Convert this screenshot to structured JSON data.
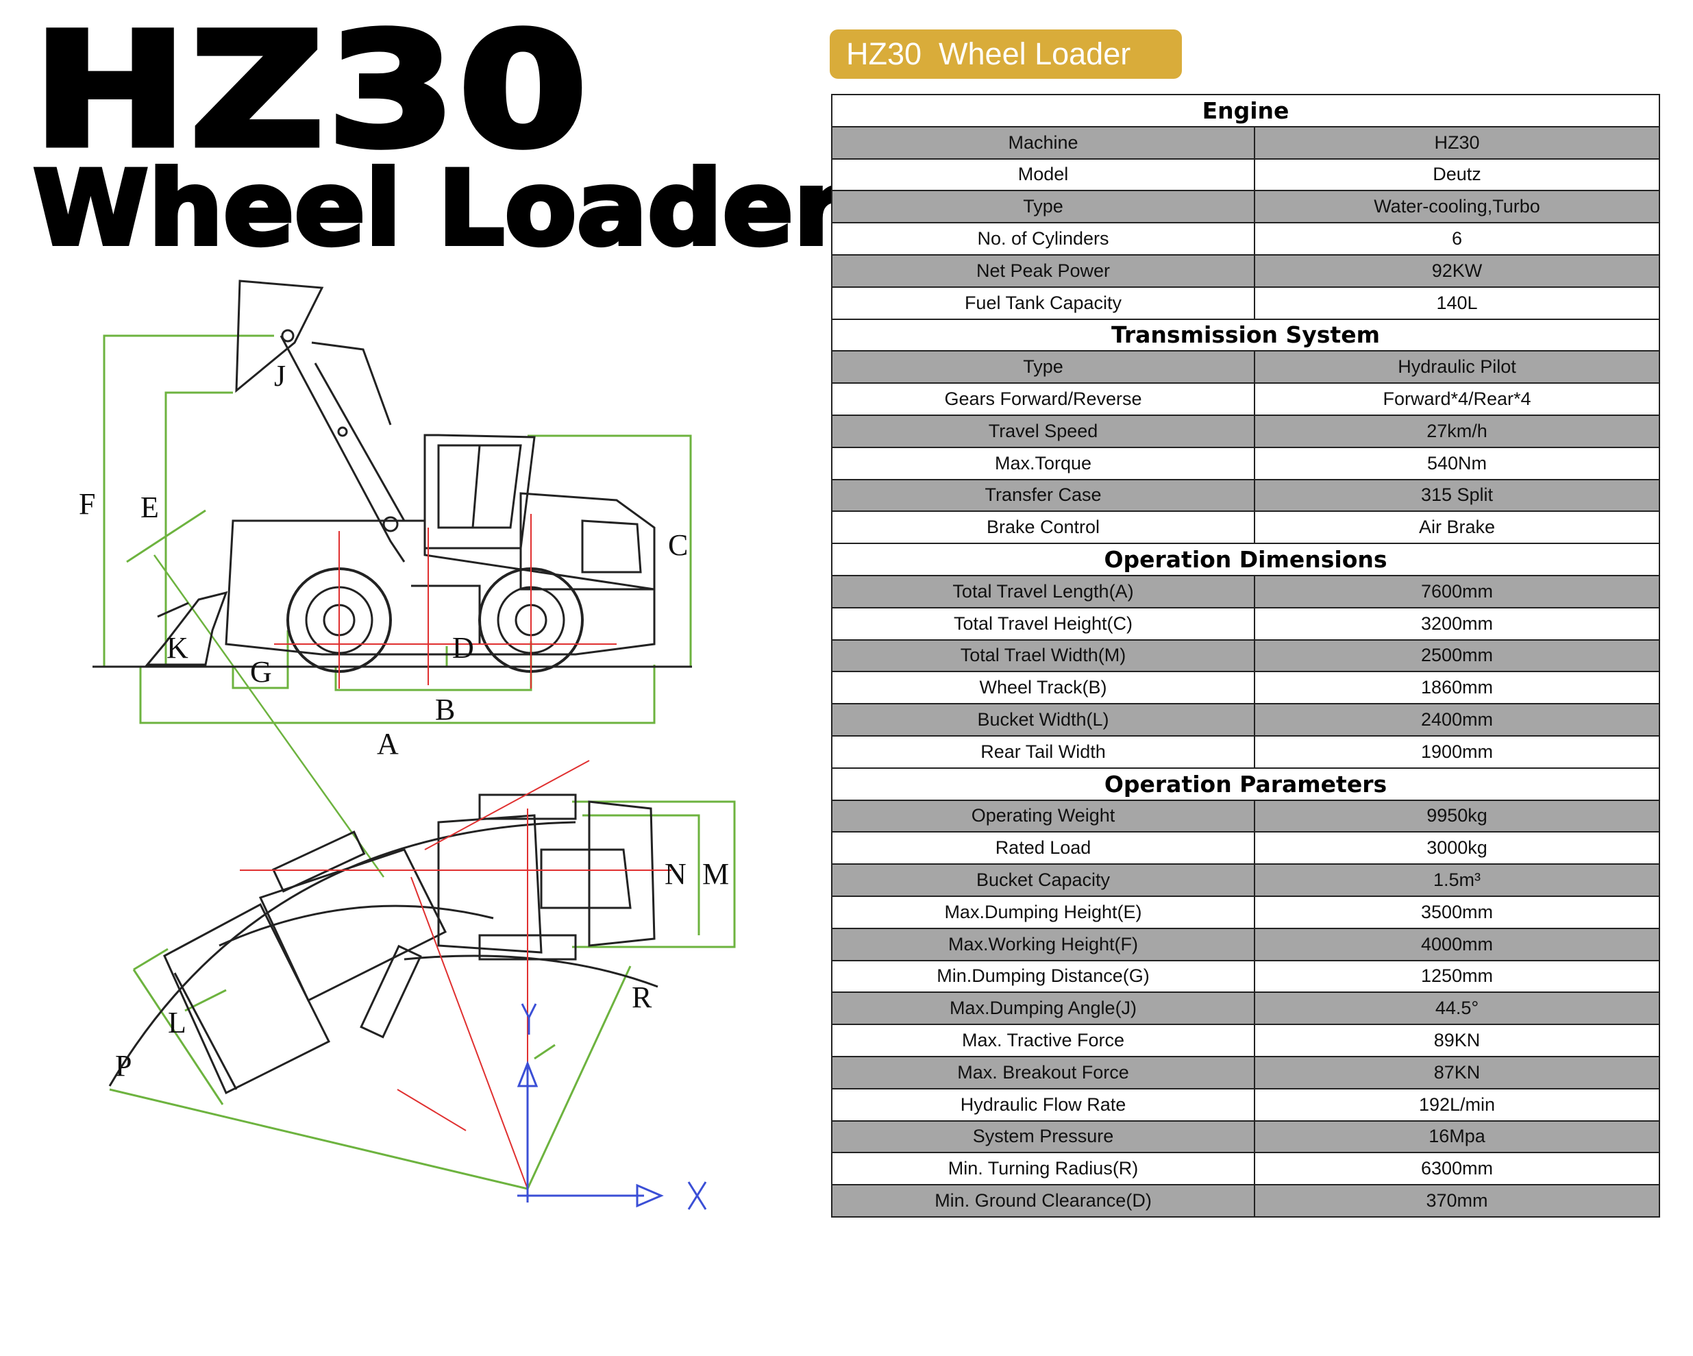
{
  "title": {
    "line1": "HZ30",
    "line2": "Wheel Loader"
  },
  "badge": "HZ30  Wheel Loader",
  "diagram_labels": {
    "A": "A",
    "B": "B",
    "C": "C",
    "D": "D",
    "E": "E",
    "F": "F",
    "G": "G",
    "J": "J",
    "K": "K",
    "L": "L",
    "M": "M",
    "N": "N",
    "P": "P",
    "R": "R",
    "X": "X",
    "Y": "Y"
  },
  "colors": {
    "badge": "#d9ac3a",
    "row_gray": "#a6a6a6",
    "dimension_line": "#6db33f",
    "axis": "#3b4fd6",
    "guide": "#e03030"
  },
  "sections": [
    {
      "title": "Engine",
      "rows": [
        [
          "Machine",
          "HZ30"
        ],
        [
          "Model",
          "Deutz"
        ],
        [
          "Type",
          "Water-cooling,Turbo"
        ],
        [
          "No. of Cylinders",
          "6"
        ],
        [
          "Net Peak Power",
          "92KW"
        ],
        [
          "Fuel Tank Capacity",
          "140L"
        ]
      ]
    },
    {
      "title": "Transmission System",
      "rows": [
        [
          "Type",
          "Hydraulic Pilot"
        ],
        [
          "Gears Forward/Reverse",
          "Forward*4/Rear*4"
        ],
        [
          "Travel Speed",
          "27km/h"
        ],
        [
          "Max.Torque",
          "540Nm"
        ],
        [
          "Transfer Case",
          "315 Split"
        ],
        [
          "Brake Control",
          "Air Brake"
        ]
      ]
    },
    {
      "title": "Operation Dimensions",
      "rows": [
        [
          "Total Travel Length(A)",
          "7600mm"
        ],
        [
          "Total Travel Height(C)",
          "3200mm"
        ],
        [
          "Total Trael Width(M)",
          "2500mm"
        ],
        [
          "Wheel Track(B)",
          "1860mm"
        ],
        [
          "Bucket Width(L)",
          "2400mm"
        ],
        [
          "Rear Tail Width",
          "1900mm"
        ]
      ]
    },
    {
      "title": "Operation Parameters",
      "rows": [
        [
          "Operating Weight",
          "9950kg"
        ],
        [
          "Rated Load",
          "3000kg"
        ],
        [
          "Bucket Capacity",
          "1.5m³"
        ],
        [
          "Max.Dumping Height(E)",
          "3500mm"
        ],
        [
          "Max.Working Height(F)",
          "4000mm"
        ],
        [
          "Min.Dumping Distance(G)",
          "1250mm"
        ],
        [
          "Max.Dumping Angle(J)",
          "44.5°"
        ],
        [
          "Max. Tractive Force",
          "89KN"
        ],
        [
          "Max. Breakout Force",
          "87KN"
        ],
        [
          "Hydraulic Flow Rate",
          "192L/min"
        ],
        [
          "System Pressure",
          "16Mpa"
        ],
        [
          "Min. Turning Radius(R)",
          "6300mm"
        ],
        [
          "Min. Ground Clearance(D)",
          "370mm"
        ]
      ]
    }
  ]
}
